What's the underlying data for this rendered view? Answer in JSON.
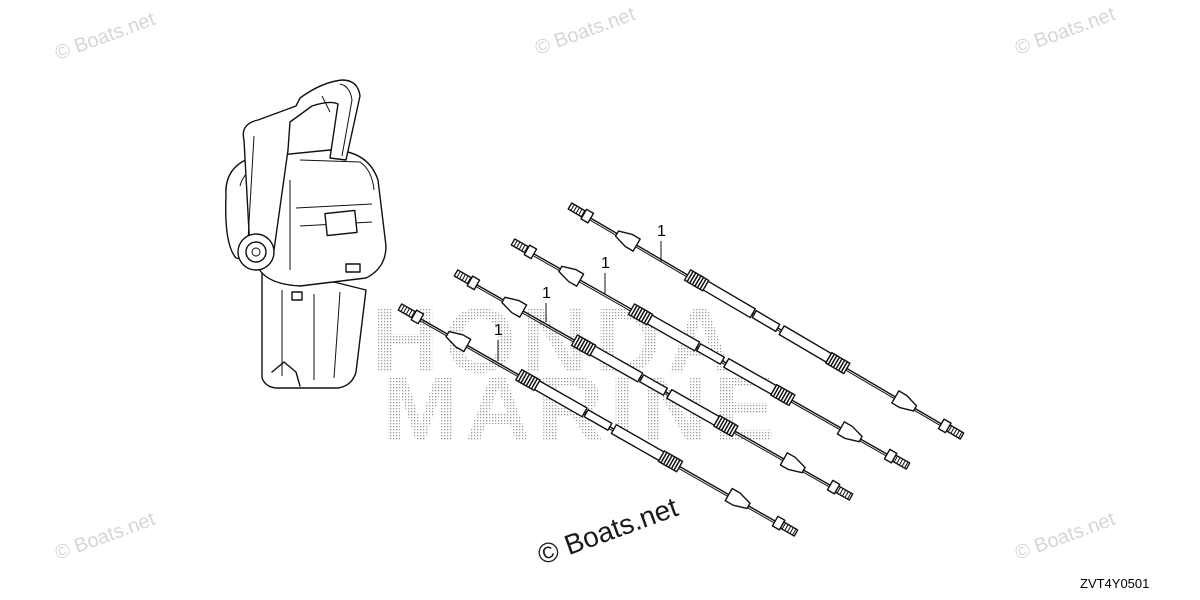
{
  "watermarks": {
    "corner_text": "© Boats.net",
    "center_text": "© Boats.net"
  },
  "background_logo": {
    "line1": "HONDA",
    "line2": "MARINE"
  },
  "callouts": [
    "1",
    "1",
    "1",
    "1"
  ],
  "diagram_code": "ZVT4Y0501"
}
